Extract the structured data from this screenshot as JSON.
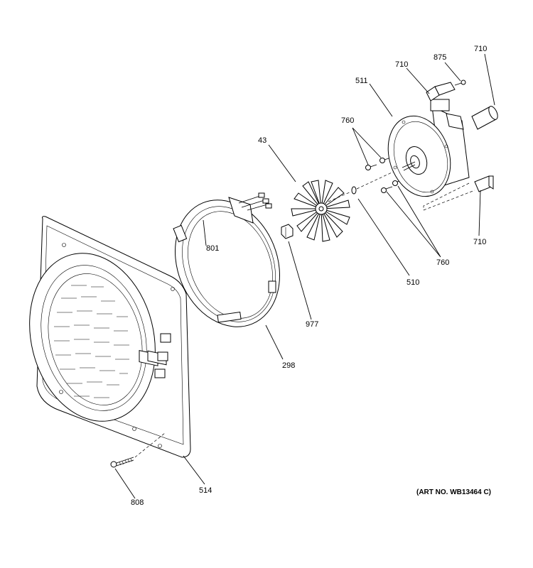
{
  "art_number": "(ART NO. WB13464 C)",
  "callouts": {
    "c43": "43",
    "c298": "298",
    "c510": "510",
    "c511": "511",
    "c514": "514",
    "c710a": "710",
    "c710b": "710",
    "c710c": "710",
    "c760a": "760",
    "c760b": "760",
    "c801": "801",
    "c808": "808",
    "c875": "875",
    "c977": "977"
  }
}
